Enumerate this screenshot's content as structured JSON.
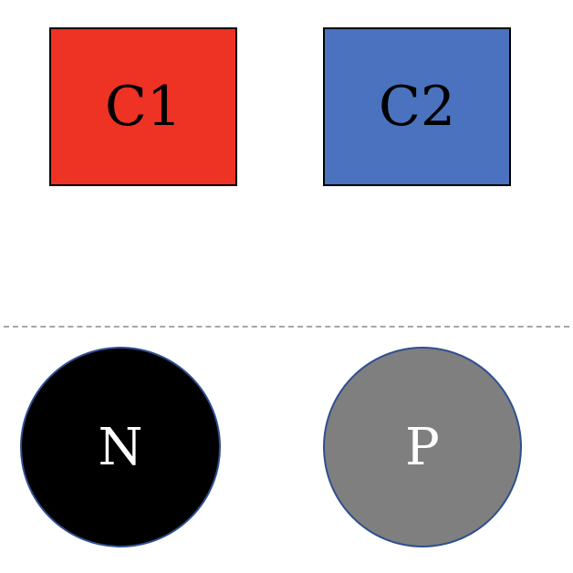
{
  "boxes": [
    {
      "label": "C1",
      "color": "#ee3224"
    },
    {
      "label": "C2",
      "color": "#4a72bf"
    }
  ],
  "circles": [
    {
      "label": "N",
      "color": "#000000"
    },
    {
      "label": "P",
      "color": "#7f7f7f"
    }
  ],
  "divider": {
    "color": "#a6a6a6",
    "style": "dashed"
  }
}
